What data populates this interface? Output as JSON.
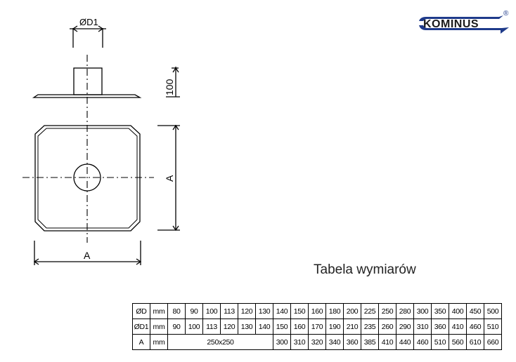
{
  "drawing": {
    "label_d1": "ØD1",
    "label_height": "100",
    "label_a_side": "A",
    "label_a_bottom": "A"
  },
  "logo": {
    "brand": "KOMINUS",
    "registered": "®",
    "colors": {
      "brand_blue": "#1e3a8a",
      "text": "#1a1a1a"
    }
  },
  "table": {
    "title": "Tabela wymiarów",
    "rows": [
      {
        "label": "ØD",
        "unit": "mm",
        "cells": [
          {
            "v": "80",
            "span": 1
          },
          {
            "v": "90",
            "span": 1
          },
          {
            "v": "100",
            "span": 1
          },
          {
            "v": "113",
            "span": 1
          },
          {
            "v": "120",
            "span": 1
          },
          {
            "v": "130",
            "span": 1
          },
          {
            "v": "140",
            "span": 1
          },
          {
            "v": "150",
            "span": 1
          },
          {
            "v": "160",
            "span": 1
          },
          {
            "v": "180",
            "span": 1
          },
          {
            "v": "200",
            "span": 1
          },
          {
            "v": "225",
            "span": 1
          },
          {
            "v": "250",
            "span": 1
          },
          {
            "v": "280",
            "span": 1
          },
          {
            "v": "300",
            "span": 1
          },
          {
            "v": "350",
            "span": 1
          },
          {
            "v": "400",
            "span": 1
          },
          {
            "v": "450",
            "span": 1
          },
          {
            "v": "500",
            "span": 1
          }
        ]
      },
      {
        "label": "ØD1",
        "unit": "mm",
        "cells": [
          {
            "v": "90",
            "span": 1
          },
          {
            "v": "100",
            "span": 1
          },
          {
            "v": "113",
            "span": 1
          },
          {
            "v": "120",
            "span": 1
          },
          {
            "v": "130",
            "span": 1
          },
          {
            "v": "140",
            "span": 1
          },
          {
            "v": "150",
            "span": 1
          },
          {
            "v": "160",
            "span": 1
          },
          {
            "v": "170",
            "span": 1
          },
          {
            "v": "190",
            "span": 1
          },
          {
            "v": "210",
            "span": 1
          },
          {
            "v": "235",
            "span": 1
          },
          {
            "v": "260",
            "span": 1
          },
          {
            "v": "290",
            "span": 1
          },
          {
            "v": "310",
            "span": 1
          },
          {
            "v": "360",
            "span": 1
          },
          {
            "v": "410",
            "span": 1
          },
          {
            "v": "460",
            "span": 1
          },
          {
            "v": "510",
            "span": 1
          }
        ]
      },
      {
        "label": "A",
        "unit": "mm",
        "cells": [
          {
            "v": "250x250",
            "span": 6
          },
          {
            "v": "300",
            "span": 1
          },
          {
            "v": "310",
            "span": 1
          },
          {
            "v": "320",
            "span": 1
          },
          {
            "v": "340",
            "span": 1
          },
          {
            "v": "360",
            "span": 1
          },
          {
            "v": "385",
            "span": 1
          },
          {
            "v": "410",
            "span": 1
          },
          {
            "v": "440",
            "span": 1
          },
          {
            "v": "460",
            "span": 1
          },
          {
            "v": "510",
            "span": 1
          },
          {
            "v": "560",
            "span": 1
          },
          {
            "v": "610",
            "span": 1
          },
          {
            "v": "660",
            "span": 1
          }
        ]
      }
    ]
  }
}
